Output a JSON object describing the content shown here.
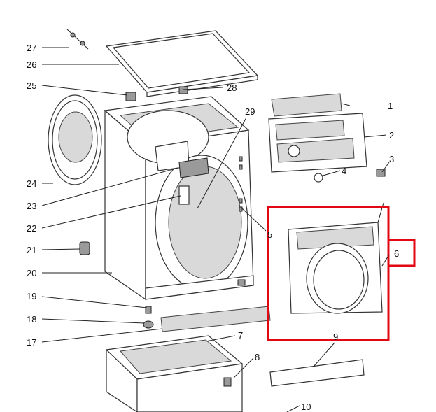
{
  "highlight_color": "#e30613",
  "part_labels": {
    "p1": "1",
    "p2": "2",
    "p3": "3",
    "p4": "4",
    "p5": "5",
    "p6": "6",
    "p7": "7",
    "p8": "8",
    "p9": "9",
    "p10": "10",
    "p17": "17",
    "p18": "18",
    "p19": "19",
    "p20": "20",
    "p21": "21",
    "p22": "22",
    "p23": "23",
    "p24": "24",
    "p25": "25",
    "p26": "26",
    "p27": "27",
    "p28": "28",
    "p29": "29"
  }
}
